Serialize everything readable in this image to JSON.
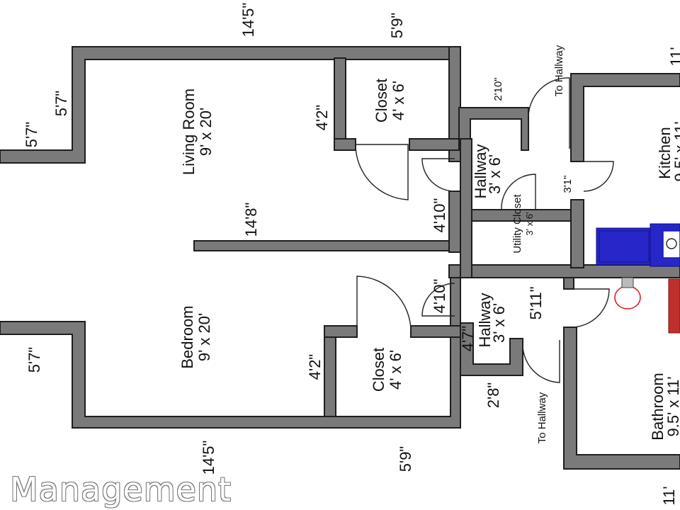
{
  "rooms": {
    "living_room": {
      "name": "Living Room",
      "size": "9' x 20'"
    },
    "bedroom": {
      "name": "Bedroom",
      "size": "9' x 20'"
    },
    "closet_top": {
      "name": "Closet",
      "size": "4' x 6'"
    },
    "closet_bottom": {
      "name": "Closet",
      "size": "4' x 6'"
    },
    "hallway_top": {
      "name": "Hallway",
      "size": "3' x 6'"
    },
    "hallway_bottom": {
      "name": "Hallway",
      "size": "3' x 6'"
    },
    "utility_closet": {
      "name": "Utility Closet",
      "size": "3' x 6'"
    },
    "kitchen": {
      "name": "Kitchen",
      "size": "9.5' x 11'"
    },
    "bathroom": {
      "name": "Bathroom",
      "size": "9.5' x 11'"
    }
  },
  "dimensions": {
    "top_14_5": "14'5\"",
    "top_5_9": "5'9\"",
    "left_5_7_a": "5'7\"",
    "left_5_7_b": "5'7\"",
    "left_5_7_c": "5'7\"",
    "mid_14_8": "14'8\"",
    "closet_4_2_top": "4'2\"",
    "closet_4_2_bottom": "4'2\"",
    "hall_2_10": "2'10\"",
    "hall_4_10_a": "4'10\"",
    "hall_4_10_b": "4'10\"",
    "hall_3_1": "3'1\"",
    "hall_5_11": "5'11\"",
    "hall_4_7": "4'7\"",
    "hall_2_8": "2'8\"",
    "bottom_14_5": "14'5\"",
    "bottom_5_9": "5'9\"",
    "right_11_top": "11'",
    "right_11_bottom": "11'"
  },
  "labels": {
    "to_hallway_top": "To Hallway",
    "to_hallway_bottom": "To Hallway"
  },
  "watermark": "Management"
}
